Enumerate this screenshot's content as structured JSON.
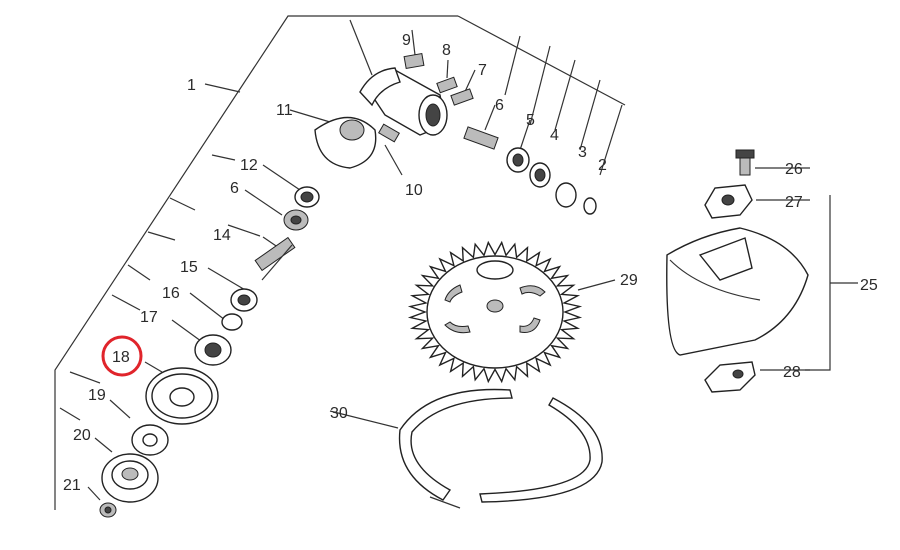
{
  "diagram": {
    "labels": {
      "p1": "1",
      "p2": "2",
      "p3": "3",
      "p4": "4",
      "p5": "5",
      "p6a": "6",
      "p6b": "6",
      "p7": "7",
      "p8": "8",
      "p9": "9",
      "p10": "10",
      "p11": "11",
      "p12": "12",
      "p14": "14",
      "p15": "15",
      "p16": "16",
      "p17": "17",
      "p18": "18",
      "p19": "19",
      "p20": "20",
      "p21": "21",
      "p25": "25",
      "p26": "26",
      "p27": "27",
      "p28": "28",
      "p29": "29",
      "p30": "30"
    },
    "highlight": {
      "label": "18",
      "color": "#e0242b"
    }
  }
}
